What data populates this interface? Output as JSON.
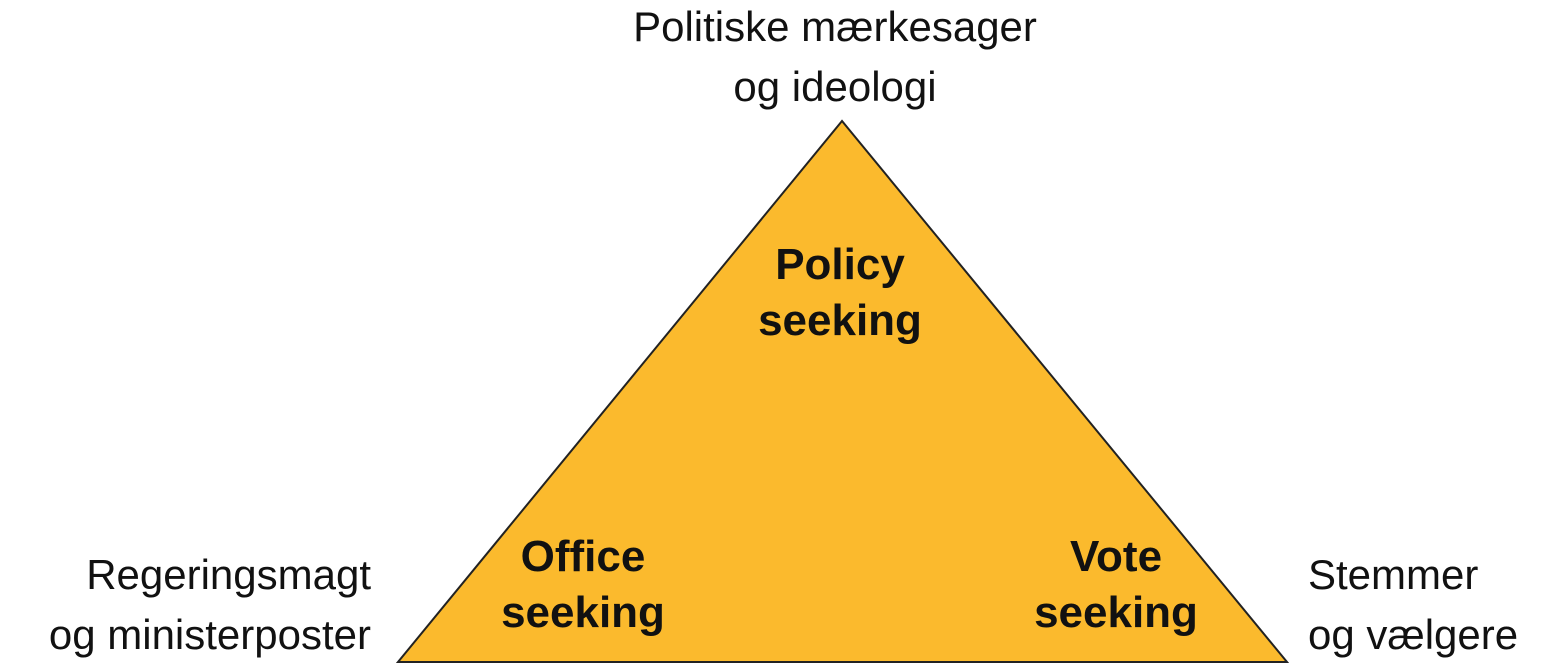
{
  "diagram": {
    "fill_color": "#FBBA2D",
    "stroke_color": "#222222",
    "vertices": {
      "top": {
        "outer_label": [
          "Politiske mærkesager",
          "og ideologi"
        ],
        "inner_label": [
          "Policy",
          "seeking"
        ]
      },
      "bottom_left": {
        "outer_label": [
          "Regeringsmagt",
          "og ministerposter"
        ],
        "inner_label": [
          "Office",
          "seeking"
        ]
      },
      "bottom_right": {
        "outer_label": [
          "Stemmer",
          "og vælgere"
        ],
        "inner_label": [
          "Vote",
          "seeking"
        ]
      }
    }
  }
}
